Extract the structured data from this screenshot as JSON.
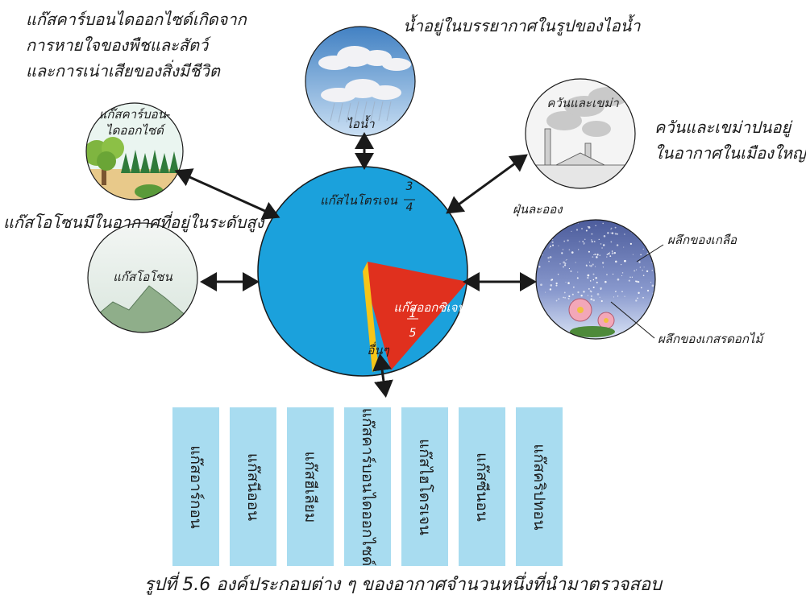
{
  "notes": {
    "co2_line1": "แก๊สคาร์บอนไดออกไซด์เกิดจาก",
    "co2_line2": "การหายใจของพืชและสัตว์",
    "co2_line3": "และการเน่าเสียของสิ่งมีชีวิต",
    "vapor": "น้ำอยู่ในบรรยากาศในรูปของไอน้ำ",
    "smoke_line1": "ควันและเขม่าปนอยู่",
    "smoke_line2": "ในอากาศในเมืองใหญ่",
    "ozone": "แก๊สโอโซนมีในอากาศที่อยู่ในระดับสูง"
  },
  "circles": {
    "co2_line1": "แก๊สคาร์บอน-",
    "co2_line2": "ไดออกไซด์",
    "vapor": "ไอน้ำ",
    "smoke": "ควันและเขม่า",
    "ozone": "แก๊สโอโซน",
    "dust": "ฝุ่นละออง",
    "salt": "ผลึกของเกลือ",
    "pollen": "ผลึกของเกสรดอกไม้"
  },
  "pie": {
    "nitrogen_label": "แก๊สไนโตรเจน",
    "nitrogen_fraction": "3/4",
    "oxygen_label": "แก๊สออกซิเจน",
    "oxygen_fraction": "1/5",
    "other_label": "อื่นๆ"
  },
  "gases": [
    "แก๊สอาร์กอน",
    "แก๊สนีออน",
    "แก๊สฮีเลียม",
    "แก๊สคาร์บอนไดออกไซด์",
    "แก๊สไฮโดรเจน",
    "แก๊สซีนอน",
    "แก๊สคริปทอน"
  ],
  "caption": "รูปที่ 5.6 องค์ประกอบต่าง ๆ ของอากาศจำนวนหนึ่งที่นำมาตรวจสอบ",
  "colors": {
    "nitrogen": "#1ba1dc",
    "oxygen": "#e0301e",
    "other": "#f5c518",
    "box": "#a8dcf0"
  }
}
